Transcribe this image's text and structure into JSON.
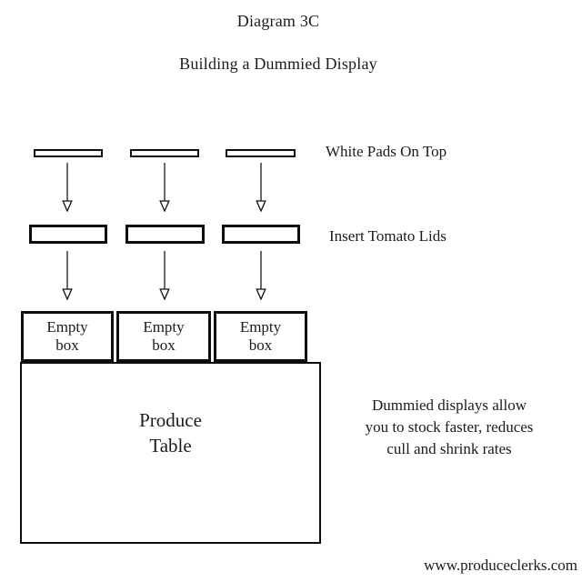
{
  "title": "Diagram 3C",
  "subtitle": "Building a Dummied Display",
  "labels": {
    "pads": "White Pads On Top",
    "lids": "Insert Tomato Lids"
  },
  "empty_box": {
    "line1": "Empty",
    "line2": "box"
  },
  "produce_table": {
    "line1": "Produce",
    "line2": "Table"
  },
  "note": {
    "line1": "Dummied displays allow",
    "line2": "you to stock faster, reduces",
    "line3": "cull and shrink rates"
  },
  "website": "www.produceclerks.com",
  "icons": {
    "down_arrow": "down-arrow"
  },
  "colors": {
    "ink": "#1b1b1b",
    "border": "#0d0d0d",
    "background": "#ffffff"
  }
}
